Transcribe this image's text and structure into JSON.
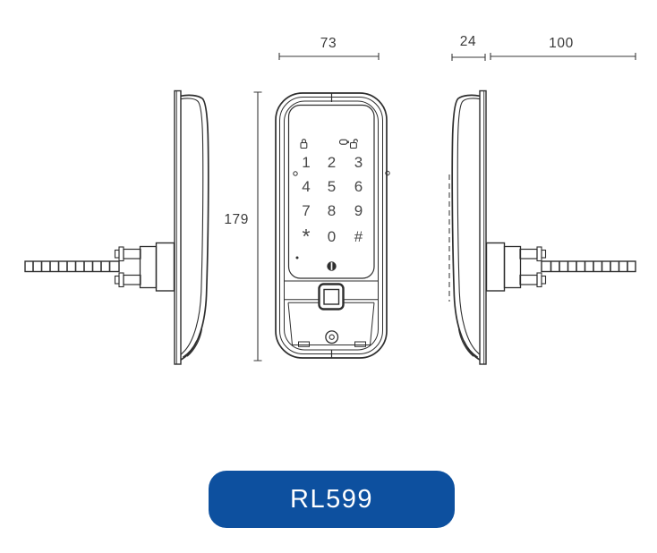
{
  "drawing": {
    "dimensions": {
      "width": "73",
      "depth": "24",
      "spindle_length": "100",
      "height": "179"
    },
    "front_view": {
      "status_icons": [
        "lock-closed-icon",
        "battery-icon",
        "lock-open-icon"
      ],
      "keypad_keys": [
        "1",
        "2",
        "3",
        "4",
        "5",
        "6",
        "7",
        "8",
        "9",
        "*",
        "0",
        "#"
      ],
      "center_button_icon": "power-icon"
    }
  },
  "model_badge": {
    "label": "RL599",
    "background_color": "#0d509f",
    "text_color": "#ffffff"
  }
}
